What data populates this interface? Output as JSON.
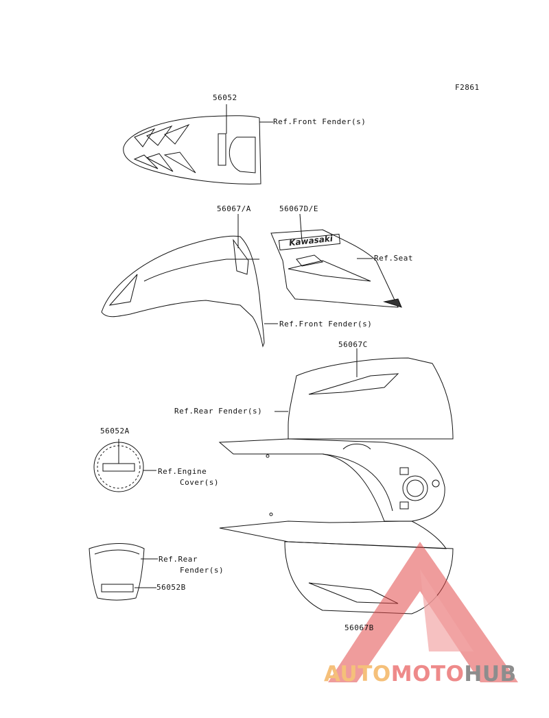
{
  "figure_code": "F2861",
  "callouts": {
    "p56052": "56052",
    "ref_front_fender_top": "Ref.Front Fender(s)",
    "p56067a": "56067/A",
    "p56067de": "56067D/E",
    "ref_seat": "Ref.Seat",
    "ref_front_fender_mid": "Ref.Front Fender(s)",
    "p56067c": "56067C",
    "ref_rear_fender_top": "Ref.Rear Fender(s)",
    "p56052a": "56052A",
    "ref_engine_line1": "Ref.Engine",
    "ref_engine_line2": "Cover(s)",
    "ref_rear_fender_bottom_line1": "Ref.Rear",
    "ref_rear_fender_bottom_line2": "Fender(s)",
    "p56052b": "56052B",
    "p56067b": "56067B"
  },
  "decal_text": {
    "brand": "Kawasaki"
  },
  "watermark": {
    "part1": "AUTO",
    "part2": "MOTO",
    "part3": "HUB",
    "color_auto": "#f5c07a",
    "color_moto": "#ee8a8a",
    "color_hub": "#8d8d8d"
  }
}
